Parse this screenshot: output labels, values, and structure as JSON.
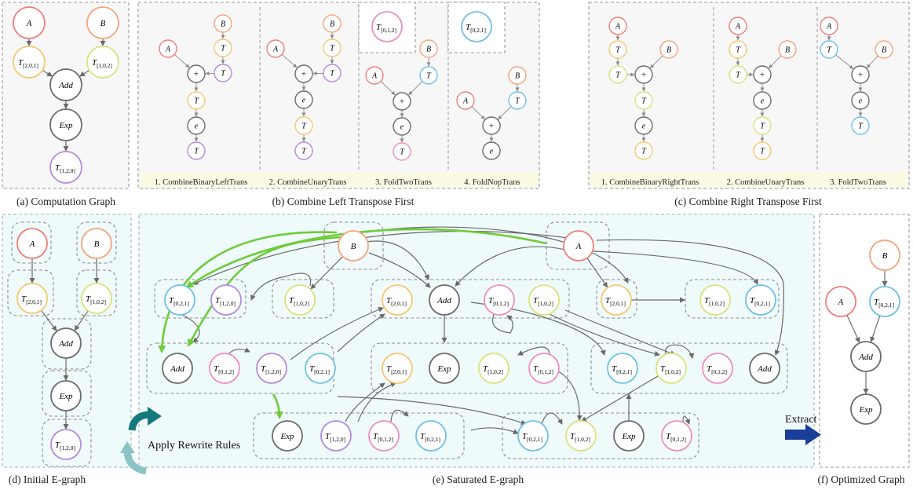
{
  "colors": {
    "A": "#ee7f7b",
    "B": "#f4a47a",
    "T201": "#f6c770",
    "T102": "#d8e37a",
    "T120": "#b38ae0",
    "T012": "#ec8fbf",
    "T021": "#6fc0ea",
    "op": "#6c6c6c",
    "ruleBand": "#fbfbe3",
    "panelBg": "#f7f7f7",
    "egraphBg": "#effafa",
    "greenArrow": "#6fcb3a",
    "tealArrow": "#15797e",
    "extractArrow": "#1a3f9a"
  },
  "icons": {
    "apply": "circular-rewrite-arrows-icon",
    "extract": "right-arrow-icon"
  },
  "labels": {
    "A": "A",
    "B": "B",
    "T": "T",
    "add": "Add",
    "exp": "Exp",
    "e": "e",
    "plus": "+",
    "sub201": "[2,0,1]",
    "sub102": "[1,0,2]",
    "sub120": "[1,2,0]",
    "sub012": "[0,1,2]",
    "sub021": "[0,2,1]"
  },
  "captions": {
    "a": "(a) Computation Graph",
    "b": "(b) Combine Left Transpose First",
    "c": "(c) Combine Right Transpose First",
    "d": "(d) Initial E-graph",
    "e": "(e) Saturated E-graph",
    "f": "(f) Optimized Graph"
  },
  "stepsB": [
    "1. CombineBinaryLeftTrans",
    "2. CombineUnaryTrans",
    "3. FoldTwoTrans",
    "4. FoldNopTrans"
  ],
  "stepsC": [
    "1. CombineBinaryRightTrans",
    "2. CombineUnaryTrans",
    "3. FoldTwoTrans"
  ],
  "text": {
    "apply": "Apply Rewrite Rules",
    "extract": "Extract"
  }
}
